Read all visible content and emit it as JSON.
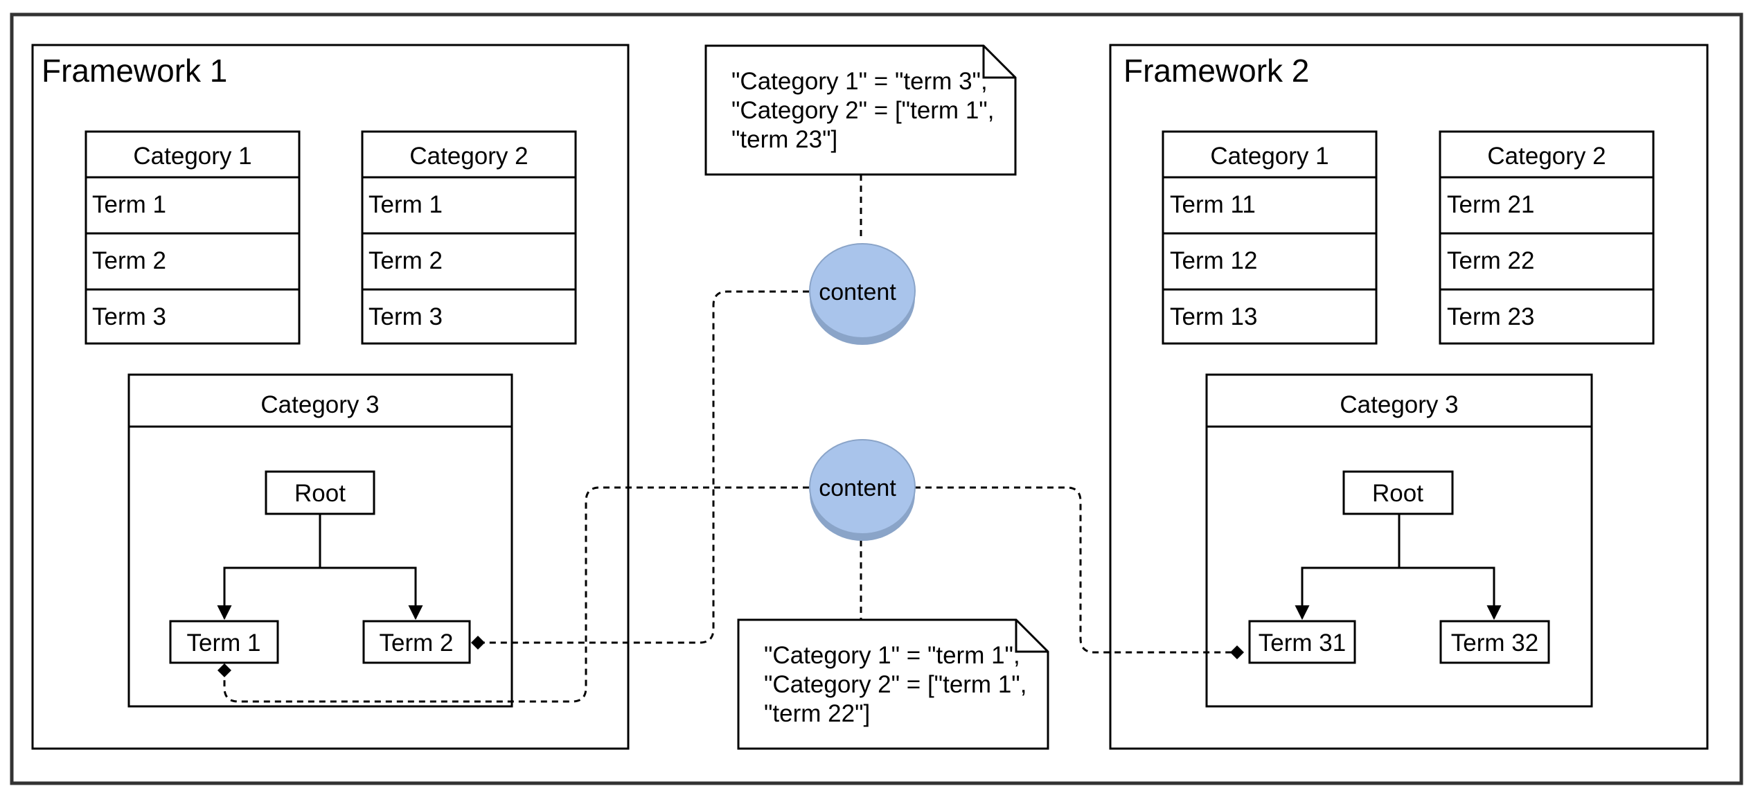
{
  "frameworks": [
    {
      "title": "Framework 1",
      "categories": [
        {
          "header": "Category 1",
          "terms": [
            "Term 1",
            "Term 2",
            "Term 3"
          ]
        },
        {
          "header": "Category 2",
          "terms": [
            "Term 1",
            "Term 2",
            "Term 3"
          ]
        }
      ],
      "tree": {
        "header": "Category 3",
        "root": "Root",
        "children": [
          "Term 1",
          "Term 2"
        ]
      }
    },
    {
      "title": "Framework 2",
      "categories": [
        {
          "header": "Category 1",
          "terms": [
            "Term 11",
            "Term 12",
            "Term 13"
          ]
        },
        {
          "header": "Category 2",
          "terms": [
            "Term 21",
            "Term 22",
            "Term 23"
          ]
        }
      ],
      "tree": {
        "header": "Category 3",
        "root": "Root",
        "children": [
          "Term 31",
          "Term 32"
        ]
      }
    }
  ],
  "content_nodes": [
    {
      "label": "content",
      "note": [
        "\"Category 1\" = \"term 3\",",
        "\"Category 2\" = [\"term 1\",",
        "\"term 23\"]"
      ]
    },
    {
      "label": "content",
      "note": [
        "\"Category 1\" = \"term 1\",",
        "\"Category 2\" = [\"term 1\",",
        "\"term 22\"]"
      ]
    }
  ],
  "colors": {
    "content_fill": "#a9c4eb",
    "content_stroke": "#8aa4c8",
    "line": "#000000"
  }
}
